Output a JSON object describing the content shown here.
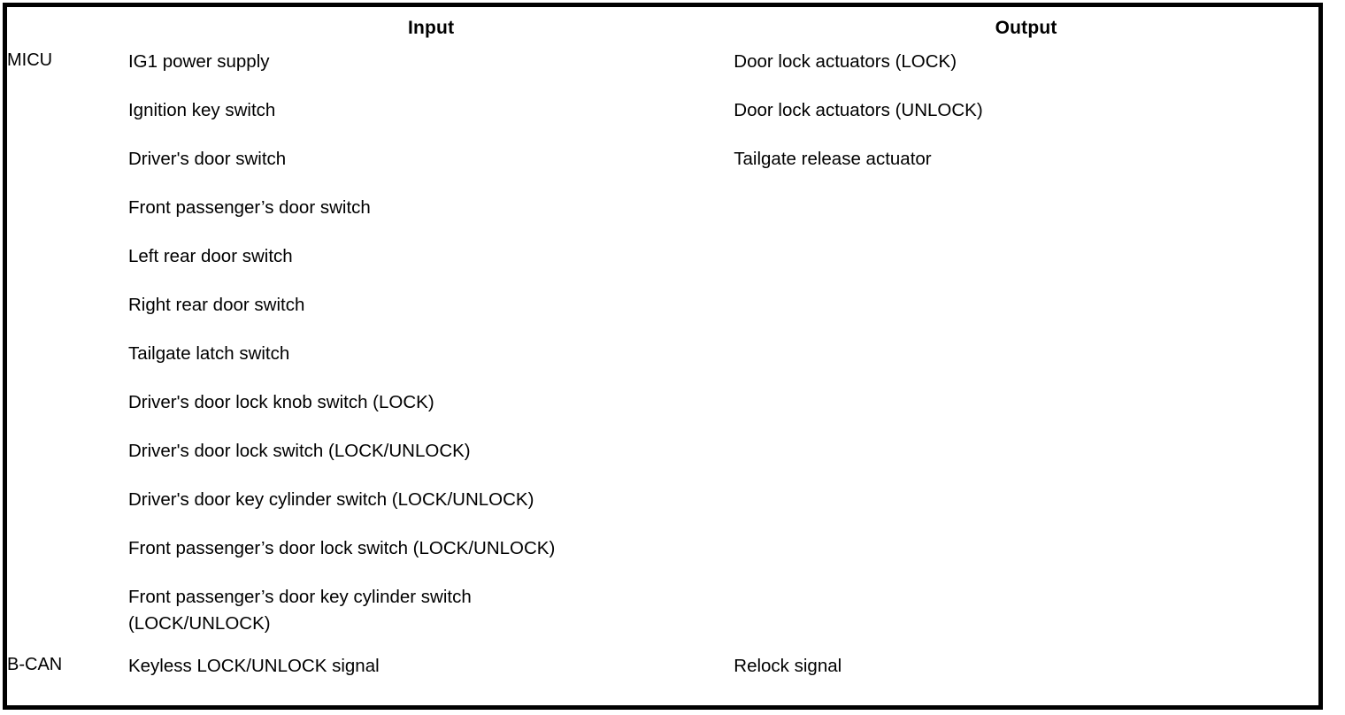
{
  "table": {
    "columns": [
      {
        "key": "system",
        "label": ""
      },
      {
        "key": "input",
        "label": "Input"
      },
      {
        "key": "output",
        "label": "Output"
      }
    ],
    "rows": [
      {
        "system": "MICU",
        "inputs": [
          "IG1 power supply",
          "Ignition key switch",
          "Driver's door switch",
          "Front passenger’s door switch",
          "Left rear door switch",
          "Right rear door switch",
          "Tailgate latch switch",
          "Driver's door lock knob switch (LOCK)",
          "Driver's door lock switch (LOCK/UNLOCK)",
          "Driver's door key cylinder switch (LOCK/UNLOCK)",
          "Front passenger’s door lock switch (LOCK/UNLOCK)",
          "Front passenger’s door key cylinder switch\n(LOCK/UNLOCK)"
        ],
        "outputs": [
          "Door lock actuators (LOCK)",
          "Door lock actuators (UNLOCK)",
          "Tailgate release actuator"
        ]
      },
      {
        "system": "B-CAN",
        "inputs": [
          "Keyless LOCK/UNLOCK signal"
        ],
        "outputs": [
          "Relock signal"
        ]
      }
    ]
  }
}
